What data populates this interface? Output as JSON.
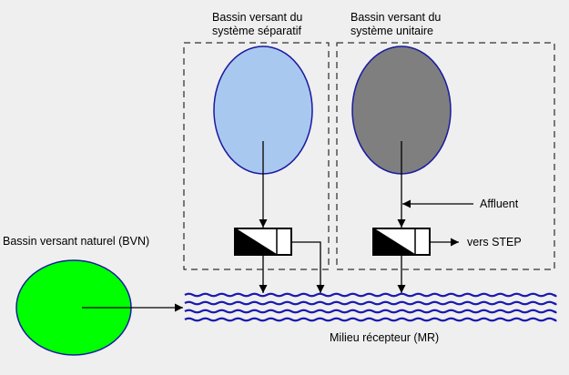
{
  "labels": {
    "separatif_line1": "Bassin versant du",
    "separatif_line2": "système séparatif",
    "unitaire_line1": "Bassin versant du",
    "unitaire_line2": "système unitaire",
    "naturel": "Bassin versant naturel (BVN)",
    "affluent": "Affluent",
    "step": "vers STEP",
    "milieu": "Milieu récepteur (MR)"
  },
  "colors": {
    "background": "#efefef",
    "separatif_fill": "#a8c8f0",
    "unitaire_fill": "#7f7f7f",
    "naturel_fill": "#00ff00",
    "ellipse_stroke": "#1a1aa0",
    "water": "#1a1ab0",
    "lines": "#000000"
  }
}
